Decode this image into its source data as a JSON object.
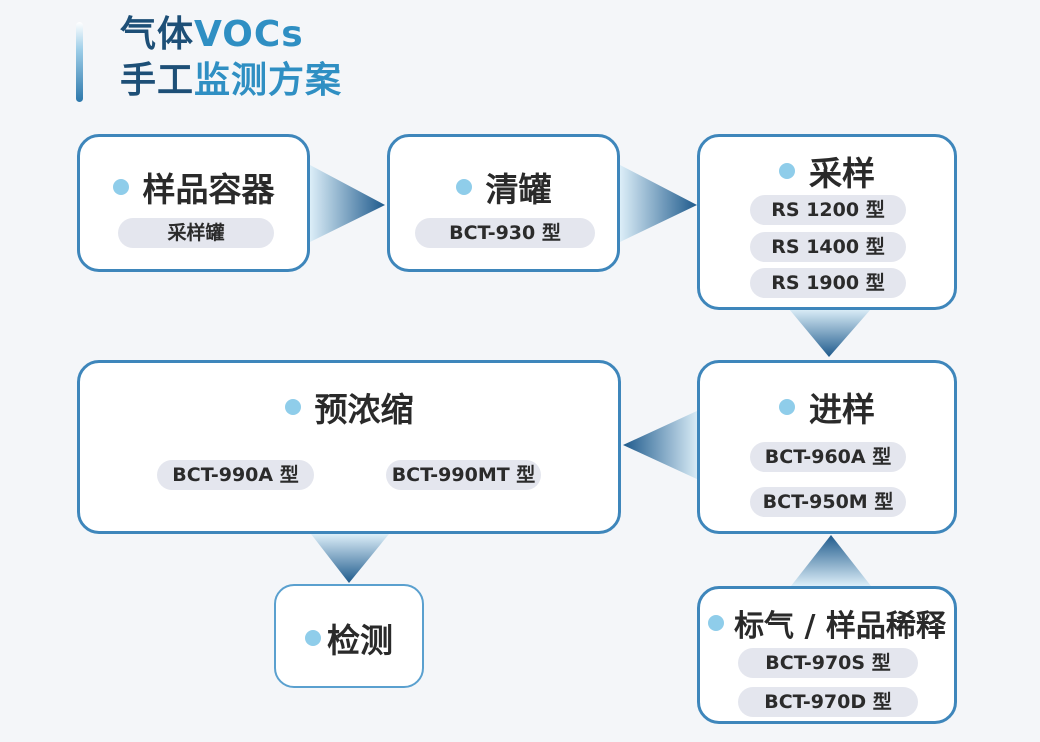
{
  "title": {
    "line1_dark": "气体",
    "line1_light": "VOCs",
    "line2_dark": "手工",
    "line2_light": "监测方案"
  },
  "nodes": {
    "sample_container": {
      "label": "样品容器",
      "models": [
        "采样罐"
      ]
    },
    "cleaning": {
      "label": "清罐",
      "models": [
        "BCT-930 型"
      ]
    },
    "sampling": {
      "label": "采样",
      "models": [
        "RS 1200 型",
        "RS 1400 型",
        "RS 1900 型"
      ]
    },
    "injection": {
      "label": "进样",
      "models": [
        "BCT-960A 型",
        "BCT-950M 型"
      ]
    },
    "preconcentration": {
      "label": "预浓缩",
      "models": [
        "BCT-990A 型",
        "BCT-990MT 型"
      ]
    },
    "detection": {
      "label": "检测",
      "models": []
    },
    "dilution": {
      "label": "标气 / 样品稀释",
      "models": [
        "BCT-970S 型",
        "BCT-970D 型"
      ]
    }
  },
  "colors": {
    "border": "#3e86bb",
    "dot": "#8fcdea",
    "pill": "#e4e6ee",
    "arrow_dark": "#1e5a8c",
    "arrow_light": "#dceef8"
  }
}
